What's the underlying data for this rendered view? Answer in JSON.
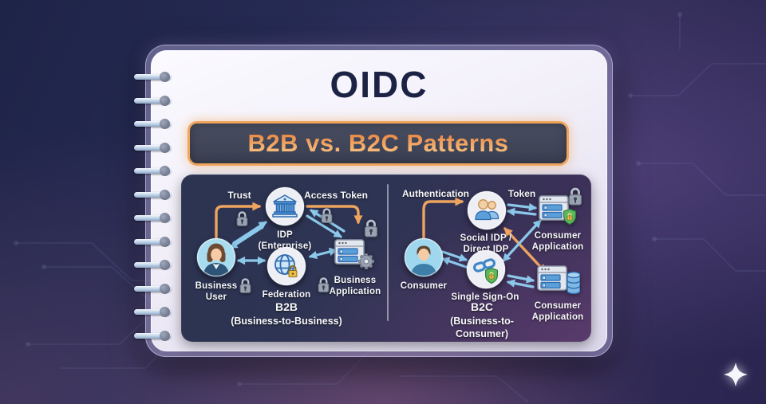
{
  "header": {
    "title": "OIDC",
    "subtitle": "B2B vs. B2C Patterns"
  },
  "b2b": {
    "trust_label": "Trust",
    "access_token_label": "Access Token",
    "nodes": {
      "business_user": "Business\nUser",
      "idp": "IDP\n(Enterprise)",
      "federation": "Federation",
      "business_application": "Business\nApplication"
    },
    "caption": "B2B",
    "caption_sub": "(Business-to-Business)"
  },
  "b2c": {
    "authentication_label": "Authentication",
    "token_label": "Token",
    "nodes": {
      "consumer": "Consumer",
      "social_idp": "Social IDP /\nDirect IDP",
      "single_sign_on": "Single Sign-On",
      "consumer_application_top": "Consumer\nApplication",
      "consumer_application_bottom": "Consumer\nApplication"
    },
    "caption": "B2C",
    "caption_sub": "(Business-to-Consumer)"
  },
  "icons": {
    "business_user": "woman-avatar-icon",
    "idp": "bank-icon",
    "federation": "globe-lock-icon",
    "business_application": "server-gear-icon",
    "consumer": "man-avatar-icon",
    "social_idp": "people-icon",
    "single_sign_on": "link-shield-icon",
    "consumer_application_top": "server-shield-lock-icon",
    "consumer_application_bottom": "server-database-icon",
    "security": "padlock-icon",
    "brand": "sparkle-icon"
  },
  "colors": {
    "accent_orange": "#ee9b55",
    "arrow_blue": "#8cc8ea",
    "panel_navy": "#2d3453",
    "title_navy": "#1c2244",
    "card_light": "#f3f0f9",
    "shield_green": "#5cb961",
    "background_navy": "#232850"
  }
}
